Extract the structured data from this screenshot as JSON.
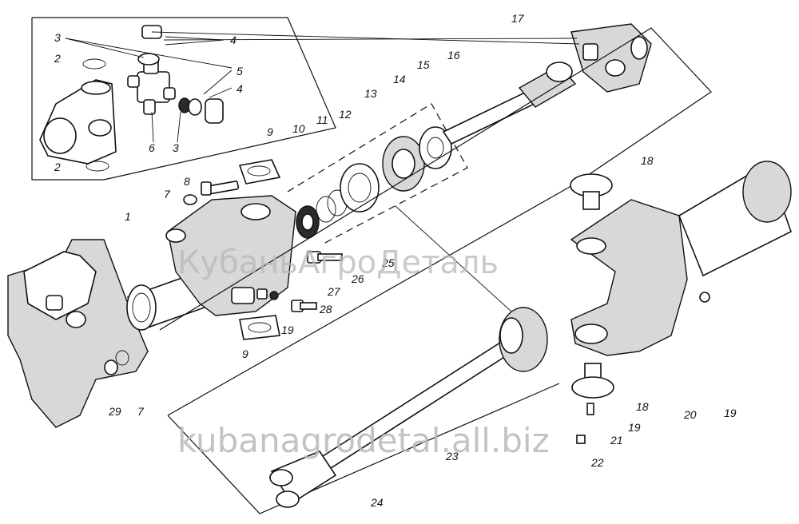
{
  "diagram": {
    "labels": [
      {
        "id": "l1",
        "text": "1"
      },
      {
        "id": "l2a",
        "text": "2"
      },
      {
        "id": "l2b",
        "text": "2"
      },
      {
        "id": "l3a",
        "text": "3"
      },
      {
        "id": "l3b",
        "text": "3"
      },
      {
        "id": "l4a",
        "text": "4"
      },
      {
        "id": "l4b",
        "text": "4"
      },
      {
        "id": "l5",
        "text": "5"
      },
      {
        "id": "l6",
        "text": "6"
      },
      {
        "id": "l7a",
        "text": "7"
      },
      {
        "id": "l7b",
        "text": "7"
      },
      {
        "id": "l8",
        "text": "8"
      },
      {
        "id": "l9a",
        "text": "9"
      },
      {
        "id": "l9b",
        "text": "9"
      },
      {
        "id": "l10",
        "text": "10"
      },
      {
        "id": "l11",
        "text": "11"
      },
      {
        "id": "l12",
        "text": "12"
      },
      {
        "id": "l13",
        "text": "13"
      },
      {
        "id": "l14",
        "text": "14"
      },
      {
        "id": "l15",
        "text": "15"
      },
      {
        "id": "l16",
        "text": "16"
      },
      {
        "id": "l17",
        "text": "17"
      },
      {
        "id": "l18a",
        "text": "18"
      },
      {
        "id": "l18b",
        "text": "18"
      },
      {
        "id": "l19a",
        "text": "19"
      },
      {
        "id": "l19b",
        "text": "19"
      },
      {
        "id": "l19c",
        "text": "19"
      },
      {
        "id": "l20",
        "text": "20"
      },
      {
        "id": "l21",
        "text": "21"
      },
      {
        "id": "l22",
        "text": "22"
      },
      {
        "id": "l23",
        "text": "23"
      },
      {
        "id": "l24",
        "text": "24"
      },
      {
        "id": "l25",
        "text": "25"
      },
      {
        "id": "l26",
        "text": "26"
      },
      {
        "id": "l27",
        "text": "27"
      },
      {
        "id": "l28",
        "text": "28"
      },
      {
        "id": "l29",
        "text": "29"
      }
    ]
  },
  "watermarks": {
    "top": "КубаньАгроДеталь",
    "bottom": "kubanagrodetal.all.biz"
  }
}
